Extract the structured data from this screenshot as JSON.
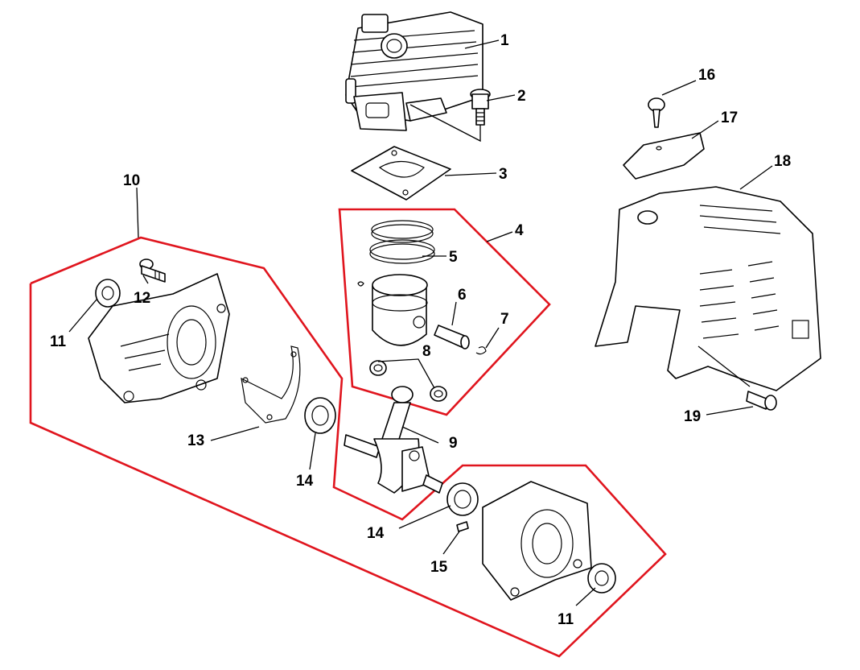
{
  "colors": {
    "group_outline": "#e0151e",
    "ink": "#000000",
    "background": "#ffffff"
  },
  "callouts": {
    "c1": "1",
    "c2": "2",
    "c3": "3",
    "c4": "4",
    "c5": "5",
    "c6": "6",
    "c7": "7",
    "c8": "8",
    "c9": "9",
    "c10": "10",
    "c11a": "11",
    "c11b": "11",
    "c12": "12",
    "c13": "13",
    "c14a": "14",
    "c14b": "14",
    "c15": "15",
    "c16": "16",
    "c17": "17",
    "c18": "18",
    "c19": "19"
  }
}
